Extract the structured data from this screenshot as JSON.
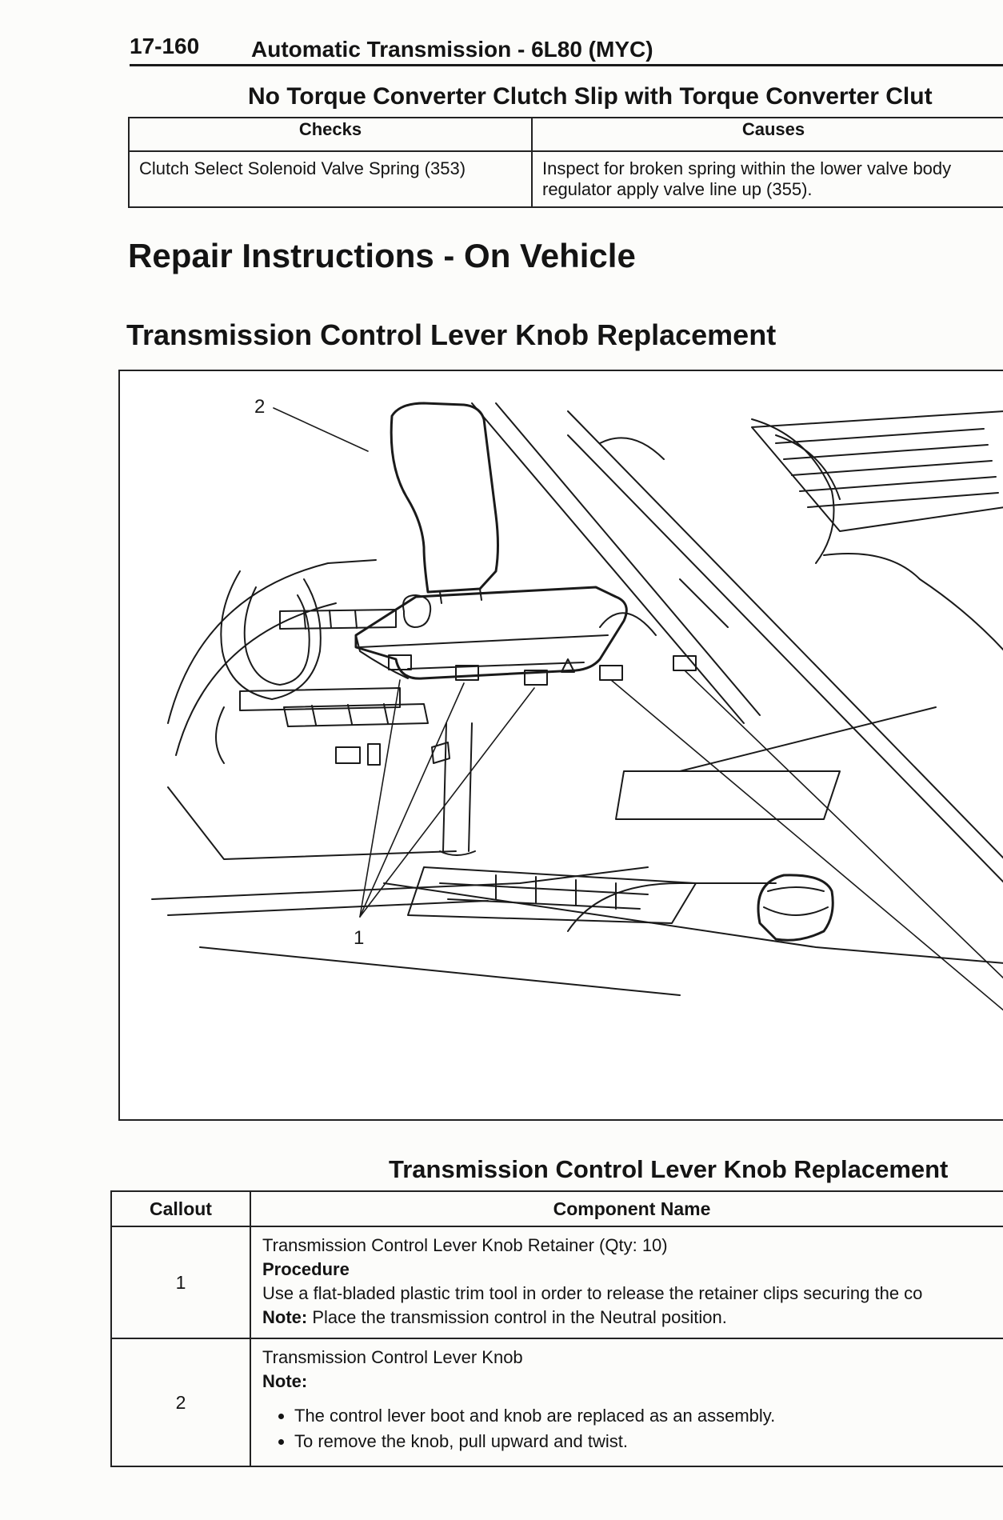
{
  "header": {
    "page_number": "17-160",
    "chapter_title": "Automatic Transmission - 6L80 (MYC)"
  },
  "diagnostic_table": {
    "title": "No Torque Converter Clutch Slip with Torque Converter Clut",
    "columns": [
      "Checks",
      "Causes"
    ],
    "rows": [
      {
        "check": "Clutch Select Solenoid Valve Spring (353)",
        "cause": "Inspect for broken spring within the lower valve body regulator apply valve line up (355)."
      }
    ]
  },
  "section_heading": "Repair Instructions - On Vehicle",
  "procedure_heading": "Transmission Control Lever Knob Replacement",
  "figure": {
    "callout_labels": [
      "2",
      "1"
    ]
  },
  "callout_table": {
    "title": "Transmission Control Lever Knob Replacement",
    "columns": [
      "Callout",
      "Component Name"
    ],
    "rows": [
      {
        "callout": "1",
        "component": "Transmission Control Lever Knob Retainer (Qty: 10)",
        "procedure_label": "Procedure",
        "procedure_text": "Use a flat-bladed plastic trim tool in order to release the retainer clips securing the co",
        "note_label": "Note:",
        "note_text": "Place the transmission control in the Neutral position."
      },
      {
        "callout": "2",
        "component": "Transmission Control Lever Knob",
        "note_label": "Note:",
        "bullets": [
          "The control lever boot and knob are replaced as an assembly.",
          "To remove the knob, pull upward and twist."
        ]
      }
    ]
  }
}
